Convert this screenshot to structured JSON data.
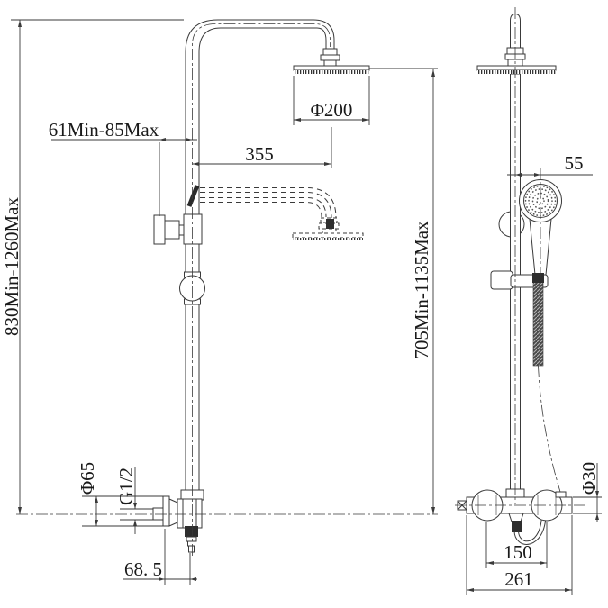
{
  "drawing": {
    "front_view": {
      "overall_height": "830Min-1260Max",
      "wall_clearance": "61Min-85Max",
      "arm_reach": "355",
      "head_diameter": "Φ200",
      "flange_diameter": "Φ65",
      "inlet_thread": "G1/2",
      "wall_to_outlet": "68. 5"
    },
    "side_view": {
      "face_height": "705Min-1135Max",
      "hand_shower_offset": "55",
      "body_diameter": "Φ30",
      "inlet_spacing": "150",
      "valve_width": "261"
    }
  }
}
